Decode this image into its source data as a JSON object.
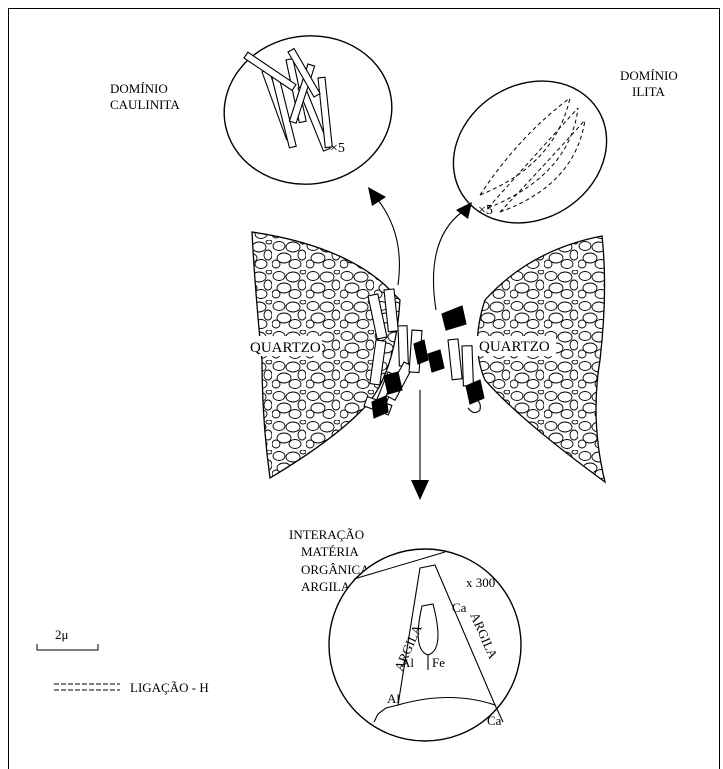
{
  "labels": {
    "dominio_caulinita_1": "DOMÍNIO",
    "dominio_caulinita_2": "CAULINITA",
    "dominio_ilita_1": "DOMÍNIO",
    "dominio_ilita_2": "ILITA",
    "mag_caulinita": "×5",
    "mag_ilita": "×5",
    "quartzo_left": "QUARTZO",
    "quartzo_right": "QUARTZO",
    "interacao_1": "INTERAÇÃO",
    "interacao_2": "MATÉRIA",
    "interacao_3": "ORGÂNICA",
    "interacao_4": "ARGILA",
    "mag_detail": "x 300",
    "argila_left": "ARGILA",
    "argila_right": "ARGILA",
    "ion_ca_top": "Ca",
    "ion_al_inner": "Al",
    "ion_fe_inner": "Fe",
    "ion_al_corner": "Al",
    "ion_ca_corner": "Ca",
    "scale": "2μ",
    "legend_ligacao": "LIGAÇÃO - H"
  },
  "colors": {
    "stroke": "#000000",
    "background": "#ffffff"
  }
}
